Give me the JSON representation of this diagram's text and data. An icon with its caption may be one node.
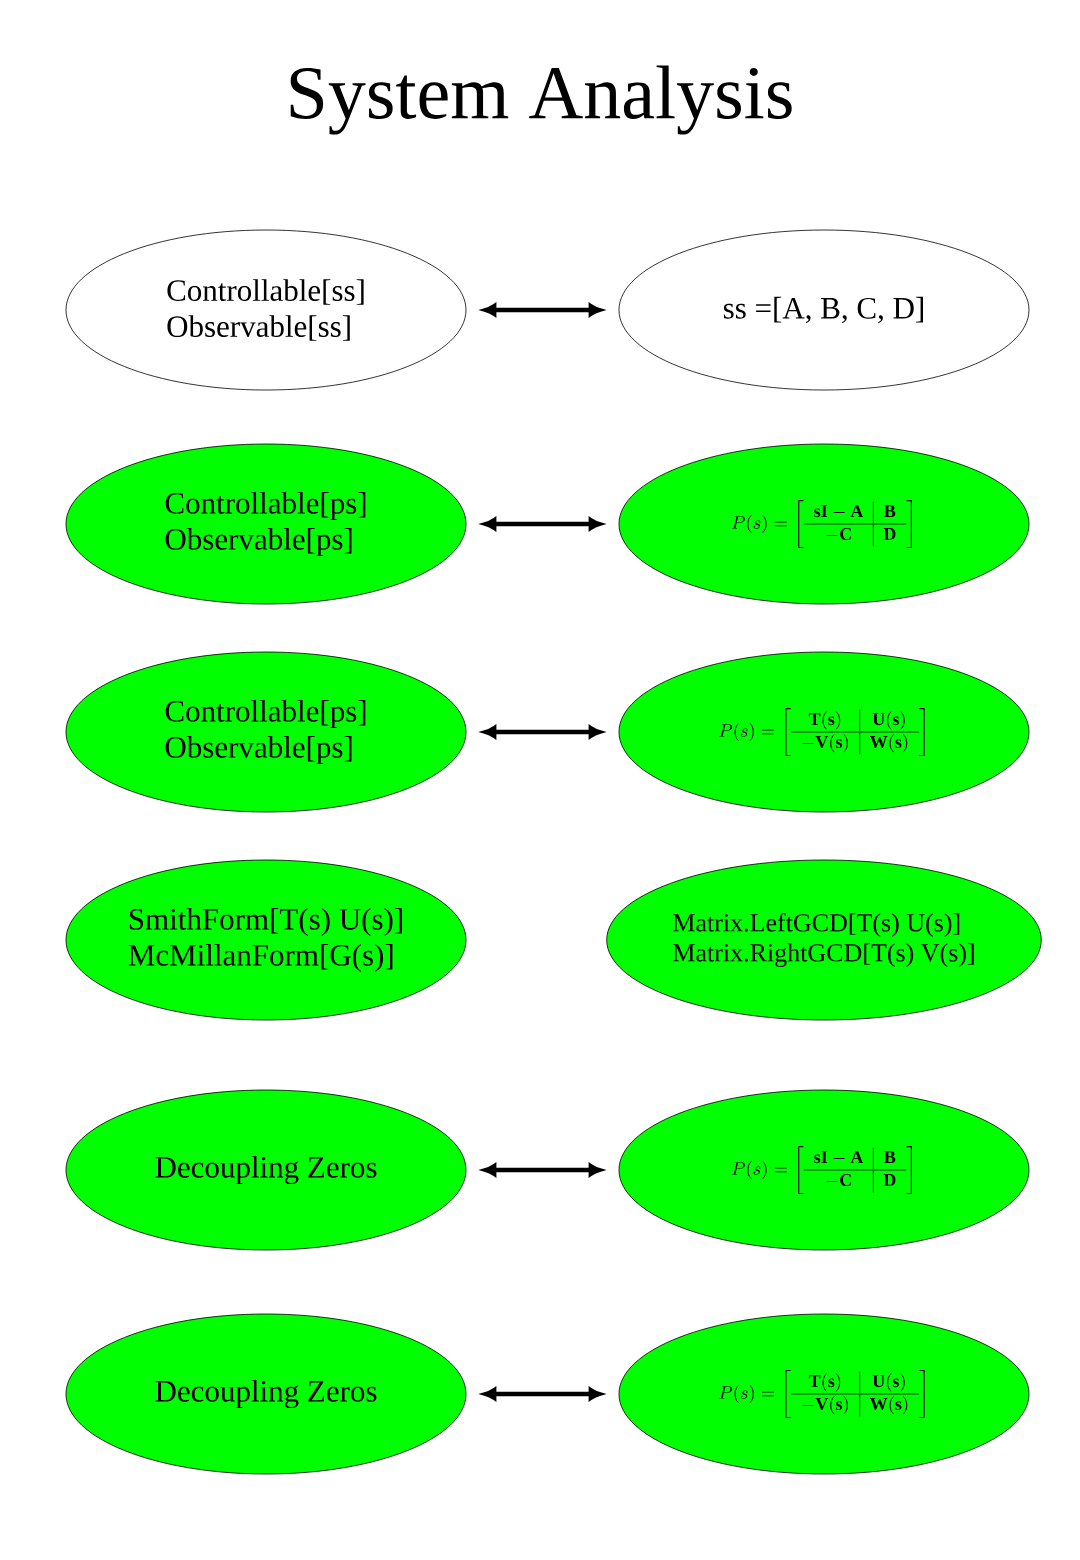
{
  "diagram": {
    "title": "System Analysis",
    "nodes": [
      {
        "text": [
          "Controllable[ss]",
          "Observable[ss]"
        ]
      },
      {
        "text": [
          "ss =[A, B, C, D]"
        ]
      },
      {
        "text": [
          "Controllable[ps]",
          "Observable[ps]"
        ]
      },
      {
        "text": [
          "P(s)=\\left[\\begin{array}{c|c}\\mathbf{sI-A}&\\mathbf{B}\\\\\\hline -\\mathbf{C}&\\mathbf{D}\\end{array}\\right]"
        ]
      },
      {
        "text": [
          "Controllable[ps]",
          "Observable[ps]"
        ]
      },
      {
        "text": [
          "P(s)=\\left[\\begin{array}{c|c}\\mathbf{T(s)}&\\mathbf{U(s)}\\\\\\hline -\\mathbf{V(s)}&\\mathbf{W(s)}\\end{array}\\right]"
        ]
      },
      {
        "text": [
          "SmithForm[T(s) U(s)]",
          "McMillanForm[G(s)]"
        ]
      },
      {
        "text": [
          "Matrix.LeftGCD[T(s) U(s)]",
          "Matrix.RightGCD[T(s) V(s)]"
        ]
      },
      {
        "text": [
          "Decoupling Zeros"
        ]
      },
      {
        "text": [
          "P(s)=\\left[\\begin{array}{c|c}\\mathbf{sI-A}&\\mathbf{B}\\\\\\hline -\\mathbf{C}&\\mathbf{D}\\end{array}\\right]"
        ]
      },
      {
        "text": [
          "Decoupling Zeros"
        ]
      },
      {
        "text": [
          "P(s)=\\left[\\begin{array}{c|c}\\mathbf{T(s)}&\\mathbf{U(s)}\\\\\\hline -\\mathbf{V(s)}&\\mathbf{W(s)}\\end{array}\\right]"
        ]
      }
    ],
    "edges": [
      {
        "from": 0,
        "to": 1,
        "arrow": "both"
      },
      {
        "from": 2,
        "to": 3,
        "arrow": "both"
      },
      {
        "from": 4,
        "to": 5,
        "arrow": "both"
      },
      {
        "from": 8,
        "to": 9,
        "arrow": "both"
      },
      {
        "from": 10,
        "to": 11,
        "arrow": "both"
      }
    ]
  }
}
